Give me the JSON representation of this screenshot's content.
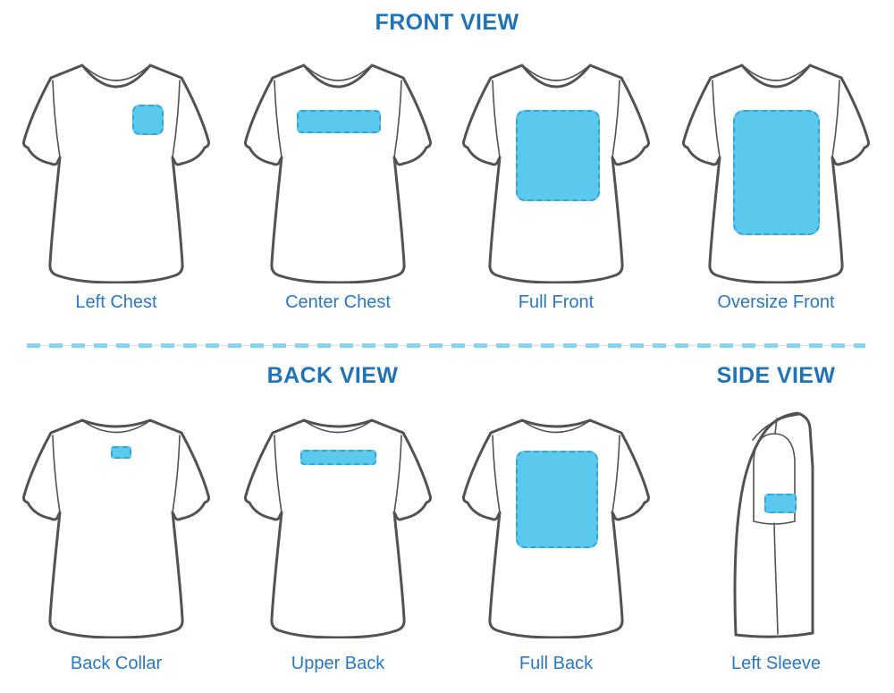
{
  "colors": {
    "heading": "#1e73b9",
    "label": "#2878c8",
    "print_area_fill": "#5bc8ed",
    "print_area_border": "#2da7de",
    "divider": "#85d5f2",
    "shirt_outline": "#525252"
  },
  "sections": {
    "front": {
      "heading": "FRONT VIEW",
      "items": [
        {
          "label": "Left Chest"
        },
        {
          "label": "Center Chest"
        },
        {
          "label": "Full Front"
        },
        {
          "label": "Oversize Front"
        }
      ]
    },
    "back": {
      "heading": "BACK VIEW",
      "items": [
        {
          "label": "Back Collar"
        },
        {
          "label": "Upper Back"
        },
        {
          "label": "Full Back"
        }
      ]
    },
    "side": {
      "heading": "SIDE VIEW",
      "items": [
        {
          "label": "Left Sleeve"
        }
      ]
    }
  }
}
